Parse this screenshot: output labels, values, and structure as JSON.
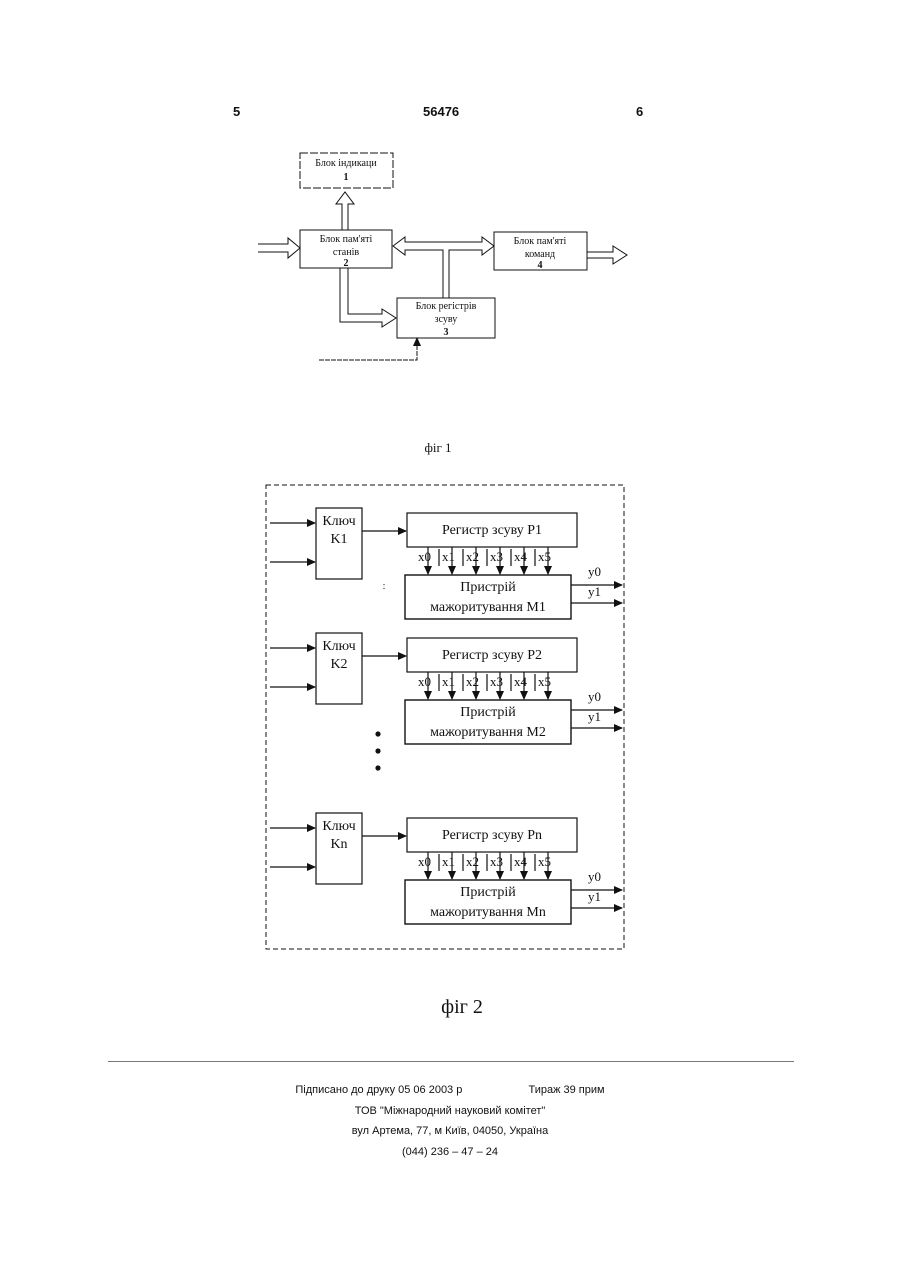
{
  "header": {
    "page_left": "5",
    "patent_number": "56476",
    "page_right": "6"
  },
  "fig1": {
    "caption": "фіг 1",
    "blocks": [
      {
        "line1": "Блок індикаци",
        "line2": "",
        "num": "1"
      },
      {
        "line1": "Блок пам'яті",
        "line2": "станів",
        "num": "2"
      },
      {
        "line1": "Блок регістрів",
        "line2": "зсуву",
        "num": "3"
      },
      {
        "line1": "Блок пам'яті",
        "line2": "команд",
        "num": "4"
      }
    ]
  },
  "fig2": {
    "caption": "фіг 2",
    "key_label": "Ключ",
    "register_label": "Регистр зсуву",
    "majority_line1": "Пристрій",
    "majority_line2": "мажоритування",
    "register_outputs": [
      "x0",
      "x1",
      "x2",
      "x3",
      "x4",
      "x5"
    ],
    "majority_outputs": [
      "y0",
      "y1"
    ],
    "rows": [
      {
        "key": "K1",
        "register": "P1",
        "majority": "M1"
      },
      {
        "key": "K2",
        "register": "P2",
        "majority": "M2"
      },
      {
        "key": "Kn",
        "register": "Pn",
        "majority": "Mn"
      }
    ]
  },
  "footer": {
    "signed": "Підписано до друку 05 06 2003 р",
    "circulation": "Тираж 39 прим",
    "company": "ТОВ \"Міжнародний науковий комітет\"",
    "address": "вул Артема, 77, м Київ, 04050, Україна",
    "phone": "(044) 236 – 47 – 24"
  }
}
